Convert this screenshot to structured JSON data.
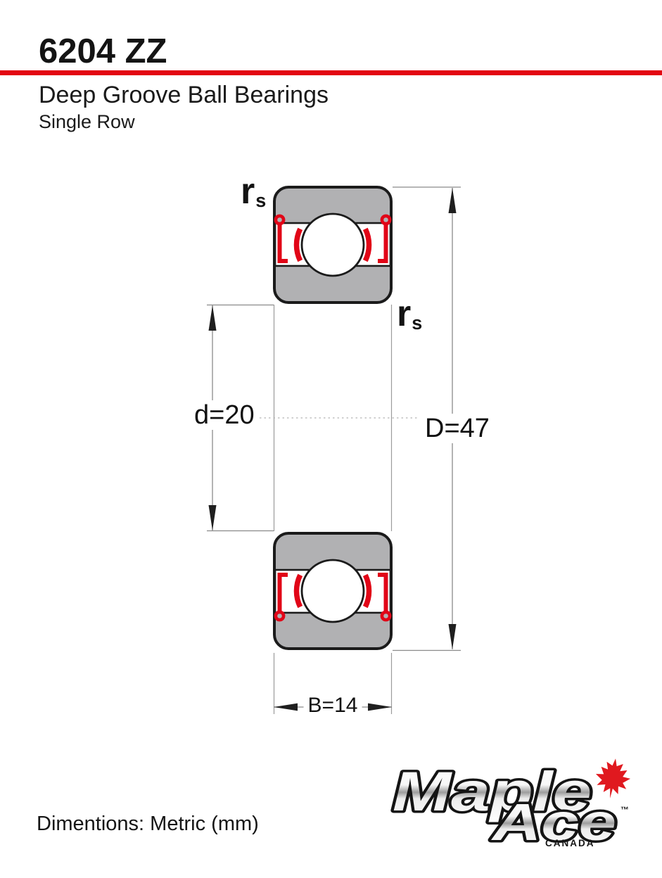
{
  "header": {
    "title": "6204 ZZ",
    "product_line": "Deep Groove Ball Bearings",
    "row_type": "Single Row"
  },
  "drawing": {
    "dim_bore_label": "d=20",
    "dim_outer_label": "D=47",
    "dim_width_label": "B=14",
    "fillet_symbol": "r",
    "fillet_subscript": "s"
  },
  "logo": {
    "brand_word1": "Maple",
    "brand_word2": "Ace",
    "trademark": "™",
    "country": "CANADA"
  },
  "footer": {
    "dimension_note": "Dimentions: Metric (mm)"
  },
  "colors": {
    "accent_red": "#e30613",
    "seal_red": "#e10517",
    "leaf_red": "#e0191f",
    "ring_gray": "#b1b1b3",
    "outline": "#1b1b1b",
    "dim_line": "#8a8a8a"
  }
}
